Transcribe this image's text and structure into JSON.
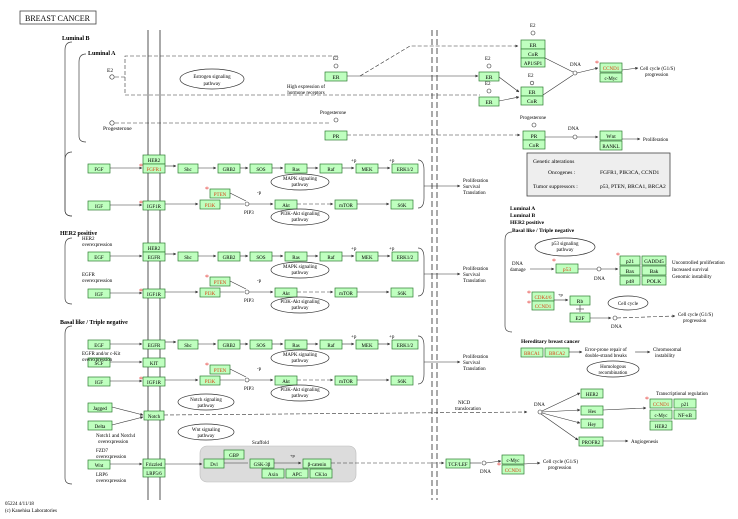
{
  "title": "BREAST CANCER",
  "footer": {
    "line1": "05224 4/11/18",
    "line2": "(c) Kanehisa Laboratories"
  },
  "colors": {
    "gene_fill": "#bfffbf",
    "gene_stroke": "#2e7d32",
    "mutation_star": "#e53935",
    "oncogene_text": "#d84315",
    "scaffold_fill": "#dcdcdc"
  },
  "labels": {
    "luminal_b": "Luminal B",
    "luminal_a": "Luminal A",
    "her2_positive": "HER2 positive",
    "basal_like": "Basal like / Triple negative",
    "e2": "E2",
    "progesterone": "Progesterone",
    "high_expression_1": "High expression of",
    "high_expression_2": "hormone receptors",
    "her2_overexpression_1": "HER2",
    "her2_overexpression_2": "overexpression",
    "egfr_overexpression_1": "EGFR",
    "egfr_overexpression_2": "overexpression",
    "egfr_kit_1": "EGFR and/or c-Kit",
    "egfr_kit_2": "overexpression",
    "notch_overexpression_1": "Notch1 and Notch4",
    "notch_overexpression_2": "overexpression",
    "fzd_1": "FZD7",
    "fzd_2": "overexpression",
    "lrp_1": "LRP6",
    "lrp_2": "overexpression",
    "pip3": "PIP3",
    "dna": "DNA",
    "dna_damage_1": "DNA",
    "dna_damage_2": "damage",
    "p_small": "-p",
    "p_plus": "+p",
    "nicd_1": "NICD",
    "nicd_2": "translocation",
    "scaffold": "Scaffold",
    "prolif_1": "Proliferation",
    "prolif_2": "Survival",
    "prolif_3": "Translation",
    "cell_cycle_g1s_1": "Cell cycle (G1/S)",
    "cell_cycle_g1s_2": "progression",
    "proliferation": "Proliferation",
    "uncontrolled_1": "Uncontrolled proliferation",
    "uncontrolled_2": "Increased survival",
    "uncontrolled_3": "Genomic instability",
    "hereditary": "Hereditary breast cancer",
    "error_prone_1": "Error-prone repair of",
    "error_prone_2": "double-strand breaks",
    "chromosomal_1": "Chromosomal",
    "chromosomal_2": "instability",
    "transcriptional_regulation": "Transcriptional regulation",
    "angiogenesis": "Angiogenesis",
    "right_subtypes_1": "Luminal A",
    "right_subtypes_2": "Luminal B",
    "right_subtypes_3": "HER2 positive",
    "right_subtypes_4": "Basal like / Triple negative"
  },
  "pathways": {
    "estrogen": [
      "Estrogen signaling",
      "pathway"
    ],
    "mapk": [
      "MAPK signaling",
      "pathway"
    ],
    "pi3k": [
      "PI3K-Akt signaling",
      "pathway"
    ],
    "notch": [
      "Notch signaling",
      "pathway"
    ],
    "wnt": [
      "Wnt signaling",
      "pathway"
    ],
    "p53": [
      "p53 signaling",
      "pathway"
    ],
    "cell_cycle": [
      "Cell cycle"
    ],
    "homologous": [
      "Homologous",
      "recombination"
    ]
  },
  "genetic_alterations": {
    "title": "Genetic alterations",
    "oncogenes_label": "Oncogenes :",
    "oncogenes": "FGFR1, PIK3CA, CCND1",
    "suppressors_label": "Tumor suppressors :",
    "suppressors": "p53, PTEN, BRCA1, BRCA2"
  },
  "genes": {
    "er_lumA": "ER",
    "er_top": "ER",
    "corR_top": "CoR",
    "ap1sp1": "AP1/SP1",
    "er_mid1": "ER",
    "er_mid2": "ER",
    "er_mid3": "ER",
    "corR_mid": "CoR",
    "ccnd1_top": "CCND1",
    "cmyc_top": "c-Myc",
    "pr_lumA": "PR",
    "pr_right": "PR",
    "corR_pr": "CoR",
    "wnt_pr": "Wnt",
    "rankl": "RANKL",
    "her2_1": "HER2",
    "fgfr1": "FGFR1",
    "fgf": "FGF",
    "igf_1": "IGF",
    "igf1r_1": "IGF1R",
    "shc_1": "Shc",
    "grb2_1": "GRB2",
    "sos_1": "SOS",
    "ras_1": "Ras",
    "raf_1": "Raf",
    "mek_1": "MEK",
    "erk_1": "ERK1/2",
    "pten_1": "PTEN",
    "pi3k_1": "PI3K",
    "akt_1": "Akt",
    "mtor_1": "mTOR",
    "s6k_1": "S6K",
    "her2_2": "HER2",
    "egfr_2": "EGFR",
    "egf_2": "EGF",
    "igf_2": "IGF",
    "igf1r_2": "IGF1R",
    "shc_2": "Shc",
    "grb2_2": "GRB2",
    "sos_2": "SOS",
    "ras_2": "Ras",
    "raf_2": "Raf",
    "mek_2": "MEK",
    "erk_2": "ERK1/2",
    "pten_2": "PTEN",
    "pi3k_2": "PI3K",
    "akt_2": "Akt",
    "mtor_2": "mTOR",
    "s6k_2": "S6K",
    "egfr_3": "EGFR",
    "egf_3": "EGF",
    "kit_3": "KIT",
    "scf_3": "SCF",
    "igf_3": "IGF",
    "igf1r_3": "IGF1R",
    "shc_3": "Shc",
    "grb2_3": "GRB2",
    "sos_3": "SOS",
    "ras_3": "Ras",
    "raf_3": "Raf",
    "mek_3": "MEK",
    "erk_3": "ERK1/2",
    "pten_3": "PTEN",
    "pi3k_3": "PI3K",
    "akt_3": "Akt",
    "mtor_3": "mTOR",
    "s6k_3": "S6K",
    "jagged": "Jagged",
    "delta": "Delta",
    "notch": "Notch",
    "wnt_bottom": "Wnt",
    "frizzled": "Frizzled",
    "lrp5_6": "LRP5/6",
    "dvl": "Dvl",
    "gbp": "GBP",
    "gsk3b": "GSK-3β",
    "bcatenin": "β-catenin",
    "axin": "Axin",
    "apc": "APC",
    "ck1a": "CK1α",
    "tcf_lef": "TCF/LEF",
    "cmyc_bottom": "c-Myc",
    "ccnd1_bottom": "CCND1",
    "p53": "p53",
    "p21_a": "p21",
    "gadd45": "GADD45",
    "bax": "Bax",
    "bak": "Bak",
    "p48": "p48",
    "polk": "POLK",
    "cdk46": "CDK4/6",
    "ccnd1_cc": "CCND1",
    "rb": "Rb",
    "e2f": "E2F",
    "brca1": "BRCA1",
    "brca2": "BRCA2",
    "hes": "Hes",
    "hey": "Hey",
    "her2_notch": "HER2",
    "proFR2": "PROFR2",
    "ccnd1_tr": "CCND1",
    "p21_tr": "p21",
    "cmyc_tr": "c-Myc",
    "nfkb": "NF-κB",
    "her2_tr": "HER2"
  }
}
